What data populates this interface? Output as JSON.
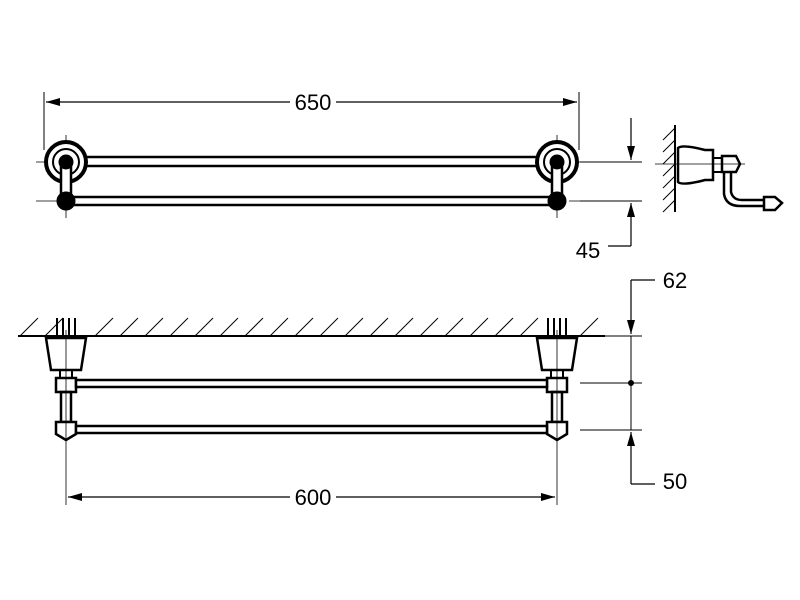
{
  "title": "Double towel rail dimension drawing",
  "dimensions": {
    "overall_width": "650",
    "rail_spacing_top": "45",
    "wall_to_first_rail": "62",
    "rail_spacing_front": "50",
    "rail_length": "600"
  },
  "colors": {
    "line": "#000000",
    "background": "#ffffff"
  }
}
